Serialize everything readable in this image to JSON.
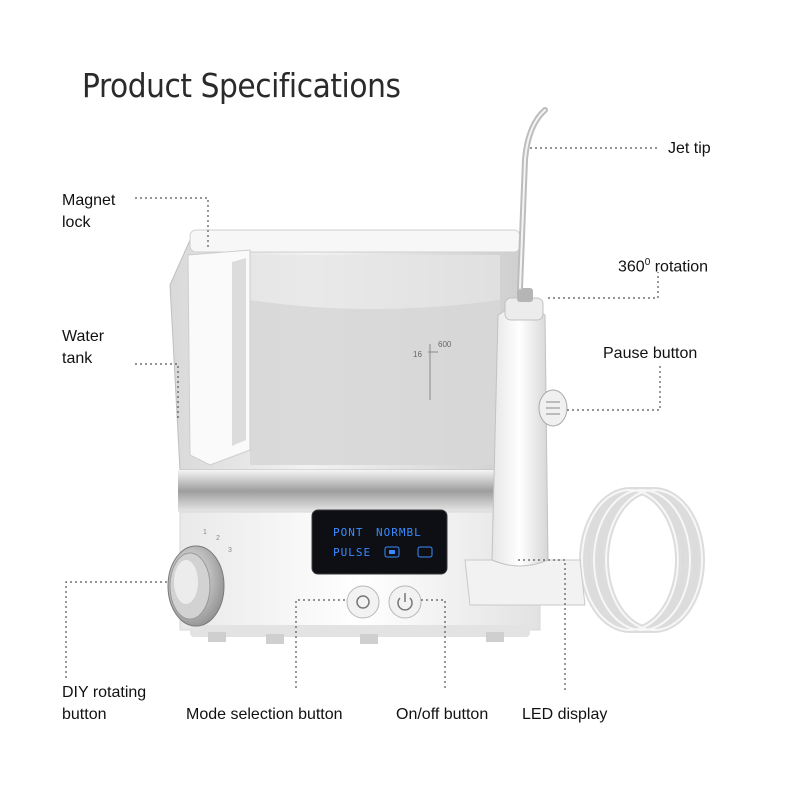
{
  "title": "Product Specifications",
  "callouts": {
    "magnet_lock": [
      "Magnet",
      "lock"
    ],
    "water_tank": [
      "Water",
      "tank"
    ],
    "diy_button": [
      "DIY rotating",
      "button"
    ],
    "mode_button": "Mode selection button",
    "onoff_button": "On/off button",
    "led_display": "LED display",
    "jet_tip": "Jet tip",
    "rotation": "360",
    "rotation_sup": "0",
    "rotation_suffix": " rotation",
    "pause_button": "Pause button"
  },
  "tank_marks": {
    "top": "600",
    "side": "16"
  },
  "led": {
    "row1_left": "PONT",
    "row1_right": "NORMBL",
    "row2_left": "PULSE"
  },
  "colors": {
    "led_text": "#3a8bff",
    "display_bg": "#0d0f14",
    "line": "#555555"
  }
}
